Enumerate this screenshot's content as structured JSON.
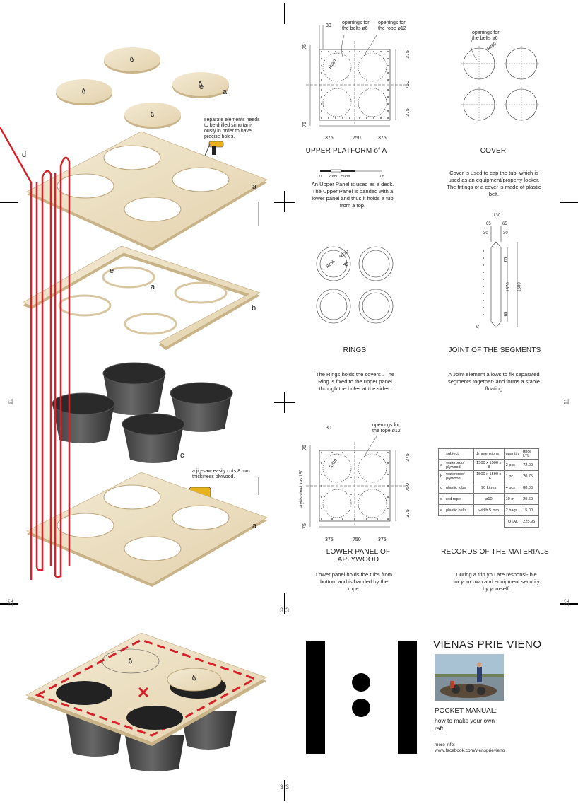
{
  "side_pages": {
    "left_top": "11",
    "right_top": "11",
    "left_bottom": "22",
    "right_bottom": "22",
    "center_bottom": "33",
    "page_bottom": "33"
  },
  "exploded": {
    "labels": {
      "a1": "a",
      "a2": "a",
      "a3": "a",
      "a4": "a",
      "b": "b",
      "c": "c",
      "d": "d",
      "e1": "e",
      "e2": "e"
    },
    "note_drill": "separate elements needs to be drilled simultani-ously in order to have precise holes.",
    "note_saw": "a jig-saw easily cuts 8 mm thickiness plywood."
  },
  "upper_platform": {
    "note_belts": "openings for the belts ø6",
    "note_rope": "openings for the rope ø12",
    "dim_30": "30",
    "dim_75_top": "75",
    "dim_375_a": "375",
    "dim_750": "750",
    "dim_375_b": "375",
    "dim_75_bottom": "75",
    "bottom_375_a": "375",
    "bottom_750": "750",
    "bottom_375_b": "375",
    "radius": "R280",
    "title": "UPPER PLATFORM of A",
    "scale_0": "0",
    "scale_20": "20cm",
    "scale_50": "50cm",
    "scale_1m": "1m",
    "desc": "An Upper Panel is used as a deck. The Upper Panel is banded with a lower panel and thus it holds a tub from a top."
  },
  "cover": {
    "note": "openings for the belts ø6",
    "radius": "R280",
    "title": "COVER",
    "desc": "Cover is used to cap the tub, which is used as an equipment/property locker. The fittings of a cover is made of plastic belt."
  },
  "rings": {
    "r1": "R310",
    "r2": "R265",
    "w": "45",
    "title": "RINGS",
    "desc": "The Rings holds the covers . The Ring is fixed to the upper panel through the holes at the sides."
  },
  "joint": {
    "d130": "130",
    "d65a": "65",
    "d65b": "65",
    "d30a": "30",
    "d30b": "30",
    "d65c": "65",
    "d1370": "1370",
    "d1500": "1500",
    "d65d": "65",
    "d75": "75",
    "title": "JOINT OF THE SEGMENTS",
    "desc": "A Joint element allows to fix separated segments together- and forms a stable floating"
  },
  "lower_panel": {
    "note_rope": "openings for the rope ø12",
    "dim_30": "30",
    "dim_75_top": "75",
    "dim_375_a": "375",
    "dim_750": "750",
    "dim_375_b": "375",
    "dim_75_bottom": "75",
    "bottom_375_a": "375",
    "bottom_750": "750",
    "bottom_375_b": "375",
    "radius": "R310",
    "vertical_note": "skylės virvei kas 150",
    "title": "LOWER PANEL OF APLYWOOD",
    "desc": "Lower panel holds the tubs from bottom and is banded by the rope."
  },
  "materials": {
    "headers": [
      "",
      "subject",
      "dimmensions",
      "quantity",
      "price LTL"
    ],
    "rows": [
      [
        "a",
        "waterproof plywood",
        "1500 x 1500 x 8",
        "2 pcs",
        "72.00"
      ],
      [
        "b",
        "waterproof plywood",
        "1500 x 1500 x 16",
        "1 pc",
        "20.75"
      ],
      [
        "c",
        "plastic tubs",
        "90 Litres",
        "4 pcs",
        "88.00"
      ],
      [
        "d",
        "red rope",
        "ø10",
        "10 m",
        "29.60"
      ],
      [
        "e",
        "plastic belts",
        "width 5 mm",
        "2 bags",
        "15.00"
      ]
    ],
    "total_label": "TOTAL",
    "total_value": "225.95",
    "title": "RECORDS OF THE MATERIALS",
    "desc": "During a trip you are responsi- ble for your own and equipment security by yourself."
  },
  "cover_page": {
    "title": "VIENAS PRIE VIENO",
    "manual": "POCKET MANUAL:",
    "manual_sub": "how to make your own raft.",
    "more_info": "more info:",
    "url": "www.facebook.com/viensprievieno"
  },
  "colors": {
    "plywood": "#ede1c4",
    "plywood_edge": "#c9b48a",
    "rope": "#d7202a",
    "tub": "#4a4a4a"
  }
}
